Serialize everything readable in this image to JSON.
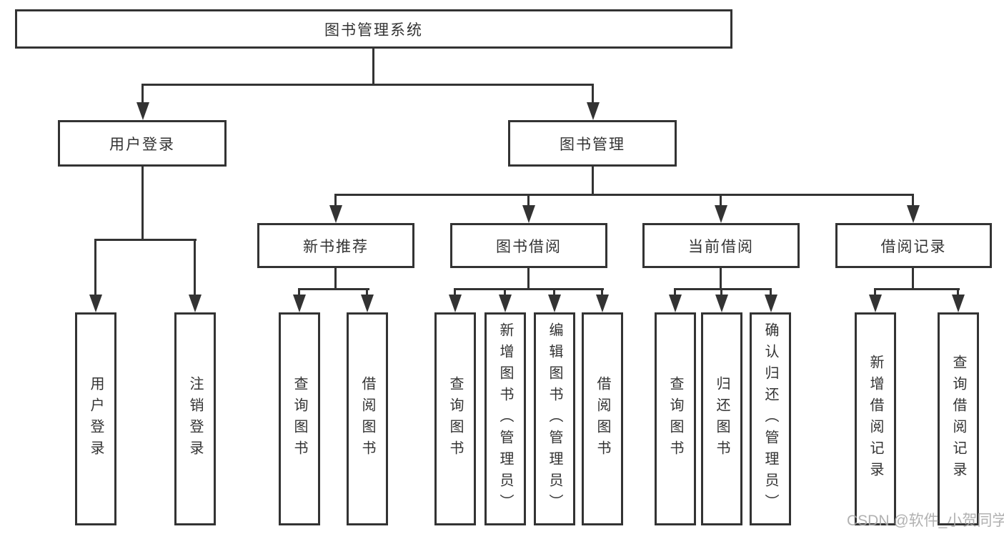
{
  "watermark": "CSDN @软件_小贺同学",
  "nodes": {
    "root": "图书管理系统",
    "userLogin": "用户登录",
    "bookMgmt": "图书管理",
    "newBookRec": "新书推荐",
    "bookBorrow": "图书借阅",
    "currentBorrow": "当前借阅",
    "borrowRecords": "借阅记录",
    "leafUserLogin": "用户登录",
    "leafLogout": "注销登录",
    "leafNbQuery": "查询图书",
    "leafNbBorrow": "借阅图书",
    "leafBbQuery": "查询图书",
    "leafBbAdd": "新增图书（管理员）",
    "leafBbEdit": "编辑图书（管理员）",
    "leafBbBorrow": "借阅图书",
    "leafCbQuery": "查询图书",
    "leafCbReturn": "归还图书",
    "leafCbConfirm": "确认归还（管理员）",
    "leafBrAdd": "新增借阅记录",
    "leafBrQuery": "查询借阅记录"
  },
  "hierarchy": {
    "图书管理系统": {
      "用户登录": [
        "用户登录",
        "注销登录"
      ],
      "图书管理": {
        "新书推荐": [
          "查询图书",
          "借阅图书"
        ],
        "图书借阅": [
          "查询图书",
          "新增图书（管理员）",
          "编辑图书（管理员）",
          "借阅图书"
        ],
        "当前借阅": [
          "查询图书",
          "归还图书",
          "确认归还（管理员）"
        ],
        "借阅记录": [
          "新增借阅记录",
          "查询借阅记录"
        ]
      }
    }
  },
  "colors": {
    "line": "#333333",
    "text": "#333333",
    "background": "#ffffff",
    "watermark": "#a8a8a8"
  }
}
